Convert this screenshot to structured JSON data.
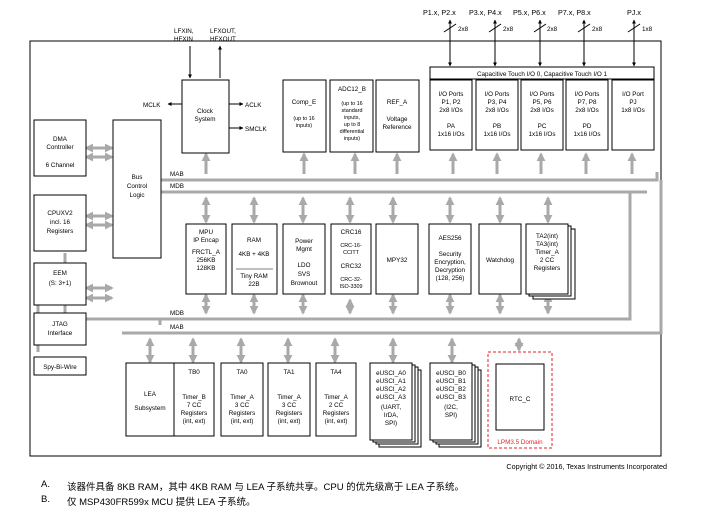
{
  "pins_top": {
    "p1p2": "P1.x, P2.x",
    "p3p4": "P3.x, P4.x",
    "p5p6": "P5.x, P6.x",
    "p7p8": "P7.x, P8.x",
    "pj": "PJ.x",
    "w2x8": "2x8",
    "w1x8": "1x8"
  },
  "clock": {
    "lfxin": "LFXIN,",
    "hfxin": "HFXIN",
    "lfxout": "LFXOUT,",
    "hfxout": "HFXOUT",
    "title1": "Clock",
    "title2": "System",
    "mclk": "MCLK",
    "aclk": "ACLK",
    "smclk": "SMCLK"
  },
  "dma": {
    "l1": "DMA",
    "l2": "Controller",
    "l3": "6 Channel"
  },
  "cpu": {
    "l1": "CPUXV2",
    "l2": "incl. 16",
    "l3": "Registers"
  },
  "eem": {
    "l1": "EEM",
    "l2": "(S: 3+1)"
  },
  "jtag": {
    "l1": "JTAG",
    "l2": "Interface"
  },
  "sbw": {
    "l1": "Spy-Bi-Wire"
  },
  "bcl": {
    "l1": "Bus",
    "l2": "Control",
    "l3": "Logic"
  },
  "bus": {
    "mab": "MAB",
    "mdb": "MDB"
  },
  "compe": {
    "l1": "Comp_E",
    "l2": "(up to 16",
    "l3": "inputs)"
  },
  "adc": {
    "l1": "ADC12_B",
    "l2": "(up to 16",
    "l3": "standard",
    "l4": "inputs,",
    "l5": "up to 8",
    "l6": "differential",
    "l7": "inputs)"
  },
  "ref": {
    "l1": "REF_A",
    "l2": "Voltage",
    "l3": "Reference"
  },
  "captouch": {
    "l1": "Capacitive Touch I/O 0, Capacitive Touch I/O 1"
  },
  "io": [
    {
      "l1": "I/O Ports",
      "l2": "P1, P2",
      "l3": "2x8 I/Os",
      "l4": "PA",
      "l5": "1x16 I/Os"
    },
    {
      "l1": "I/O Ports",
      "l2": "P3, P4",
      "l3": "2x8 I/Os",
      "l4": "PB",
      "l5": "1x16 I/Os"
    },
    {
      "l1": "I/O Ports",
      "l2": "P5, P6",
      "l3": "2x8 I/Os",
      "l4": "PC",
      "l5": "1x16 I/Os"
    },
    {
      "l1": "I/O Ports",
      "l2": "P7, P8",
      "l3": "2x8 I/Os",
      "l4": "PD",
      "l5": "1x16 I/Os"
    },
    {
      "l1": "I/O Port",
      "l2": "PJ",
      "l3": "1x8 I/Os"
    }
  ],
  "mpu": {
    "l1": "MPU",
    "l2": "IP Encap",
    "l3": "FRCTL_A",
    "l4": "256KB",
    "l5": "128KB"
  },
  "ram": {
    "l1": "RAM",
    "l2": "4KB + 4KB",
    "l3": "Tiny RAM",
    "l4": "22B"
  },
  "power": {
    "l1": "Power",
    "l2": "Mgmt",
    "l3": "LDO",
    "l4": "SVS",
    "l5": "Brownout"
  },
  "crc": {
    "l1": "CRC16",
    "l2": "CRC-16-",
    "l3": "CCITT",
    "l4": "CRC32",
    "l5": "CRC-32-",
    "l6": "ISO-3309"
  },
  "mpy": {
    "l1": "MPY32"
  },
  "aes": {
    "l1": "AES256",
    "l2": "Security",
    "l3": "Encryption,",
    "l4": "Decryption",
    "l5": "(128, 256)"
  },
  "wdt": {
    "l1": "Watchdog"
  },
  "ta23": {
    "l1": "TA2(int)",
    "l2": "TA3(int)",
    "l3": "Timer_A",
    "l4": "2 CC",
    "l5": "Registers"
  },
  "lea": {
    "l1": "LEA",
    "l2": "Subsystem"
  },
  "tb0": {
    "l1": "TB0",
    "l2": "Timer_B",
    "l3": "7 CC",
    "l4": "Registers",
    "l5": "(int, ext)"
  },
  "ta0": {
    "l1": "TA0",
    "l2": "Timer_A",
    "l3": "3 CC",
    "l4": "Registers",
    "l5": "(int, ext)"
  },
  "ta1": {
    "l1": "TA1",
    "l2": "Timer_A",
    "l3": "3 CC",
    "l4": "Registers",
    "l5": "(int, ext)"
  },
  "ta4": {
    "l1": "TA4",
    "l2": "Timer_A",
    "l3": "2 CC",
    "l4": "Registers",
    "l5": "(int, ext)"
  },
  "eusci_a": {
    "l1": "eUSCI_A0",
    "l2": "eUSCI_A1",
    "l3": "eUSCI_A2",
    "l4": "eUSCI_A3",
    "l5": "(UART,",
    "l6": "IrDA,",
    "l7": "SPI)"
  },
  "eusci_b": {
    "l1": "eUSCI_B0",
    "l2": "eUSCI_B1",
    "l3": "eUSCI_B2",
    "l4": "eUSCI_B3",
    "l5": "(I2C,",
    "l6": "SPI)"
  },
  "rtc": {
    "l1": "RTC_C",
    "l2": "LPM3.5 Domain"
  },
  "copyright": "Copyright © 2016, Texas Instruments Incorporated",
  "notes": [
    {
      "mark": "A.",
      "text": "该器件具备 8KB RAM，其中 4KB RAM 与 LEA 子系统共享。CPU 的优先级高于 LEA 子系统。"
    },
    {
      "mark": "B.",
      "text": "仅 MSP430FR599x MCU 提供 LEA 子系统。"
    }
  ],
  "colors": {
    "bus": "#a9a9a9",
    "lpm_domain": "#e8222a"
  }
}
